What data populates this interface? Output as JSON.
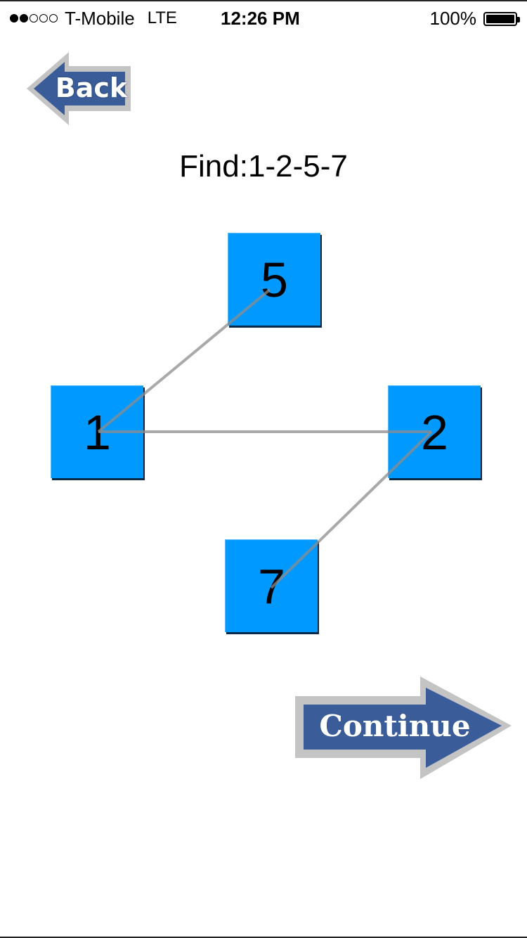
{
  "status_bar": {
    "signal_filled": 2,
    "signal_total": 5,
    "carrier": "T-Mobile",
    "network": "LTE",
    "time": "12:26 PM",
    "battery_percent": "100%",
    "battery_level": 1.0
  },
  "nav": {
    "back_label": "Back",
    "continue_label": "Continue"
  },
  "instruction": "Find:1-2-5-7",
  "tiles": [
    "1",
    "5",
    "2",
    "7"
  ],
  "connections": [
    [
      "1",
      "5"
    ],
    [
      "1",
      "2"
    ],
    [
      "2",
      "7"
    ]
  ],
  "colors": {
    "tile": "#0099ff",
    "arrow_fill": "#3a5d9a",
    "arrow_border": "#c0c0c0",
    "line": "#8c8c8c"
  }
}
